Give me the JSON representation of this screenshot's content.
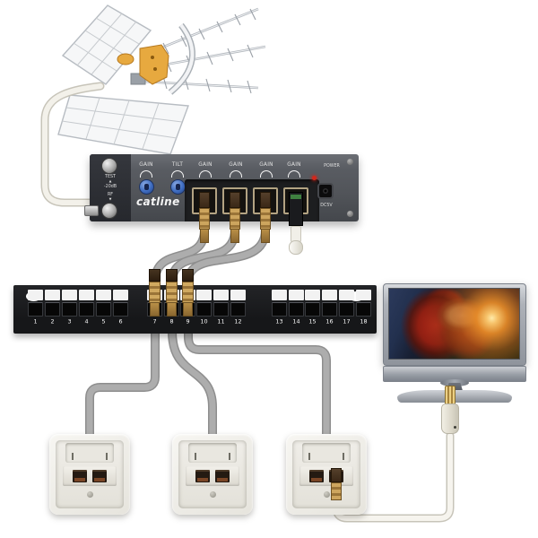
{
  "amplifier": {
    "brand": "catline",
    "knob_labels": [
      "GAIN",
      "TILT",
      "GAIN",
      "GAIN",
      "GAIN",
      "GAIN"
    ],
    "test_port": {
      "label": "TEST",
      "arrow_up": "▲",
      "attenuation": "-20dB"
    },
    "rf_port": {
      "label": "RF",
      "arrow_down": "▼"
    },
    "power": {
      "label": "POWER",
      "dc_label": "DC5V"
    }
  },
  "patch_panel": {
    "port_numbers": [
      "1",
      "2",
      "3",
      "4",
      "5",
      "6",
      "7",
      "8",
      "9",
      "10",
      "11",
      "12",
      "13",
      "14",
      "15",
      "16",
      "17",
      "18"
    ],
    "connected_ports": [
      "7",
      "8",
      "9"
    ]
  },
  "icons": {
    "antenna": "uhf-yagi-antenna",
    "tv": "flat-screen-tv-movie-scene",
    "outlet": "rj45-wall-outlet",
    "plug": "brass-coax-connector",
    "iec": "iec-antenna-plug"
  },
  "colors": {
    "amp_body": "#56585d",
    "amp_left_panel": "#2c2e33",
    "knob_blue": "#3e6cc0",
    "panel_black": "#1a1b1d",
    "cable_gray": "#a9a9a9",
    "cable_white": "#f1efe8",
    "brass": "#b48f52",
    "outlet_white": "#efeee9",
    "power_led": "#d2281c",
    "tv_silver": "#adb2b9",
    "antenna_clamp_orange": "#e7a93f"
  }
}
